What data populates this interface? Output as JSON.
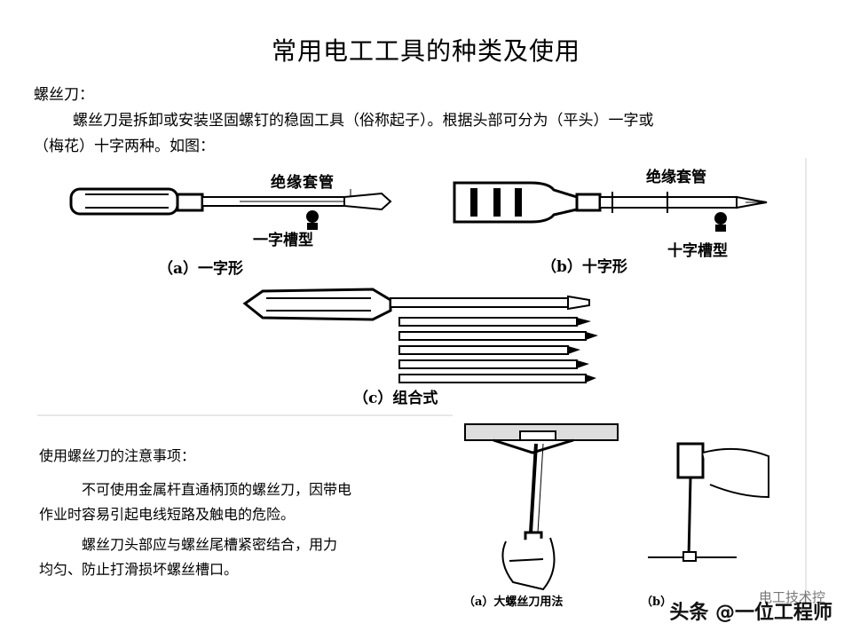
{
  "page": {
    "title": "常用电工工具的种类及使用",
    "section_label": "螺丝刀：",
    "intro_line1": "螺丝刀是拆卸或安装坚固螺钉的稳固工具（俗称起子）。根据头部可分为（平头）一字或",
    "intro_line2": "（梅花）十字两种。如图："
  },
  "figure_top": {
    "label_insulation_a": "绝缘套管",
    "label_slot_a": "一字槽型",
    "caption_a": "（a）一字形",
    "label_insulation_b": "绝缘套管",
    "label_slot_b": "十字槽型",
    "caption_b": "（b）十字形",
    "caption_c": "（c）组合式"
  },
  "notes": {
    "title": "使用螺丝刀的注意事项：",
    "note1_line1": "不可使用金属杆直通柄顶的螺丝刀，因带电",
    "note1_line2": "作业时容易引起电线短路及触电的危险。",
    "note2_line1": "螺丝刀头部应与螺丝尾槽紧密结合，用力",
    "note2_line2": "均匀、防止打滑损坏螺丝槽口。"
  },
  "figure_bottom": {
    "caption_a": "（a）大螺丝刀用法",
    "caption_b": "（b）"
  },
  "watermark": {
    "channel": "电工技术控",
    "text": "头条 @一位工程师"
  }
}
